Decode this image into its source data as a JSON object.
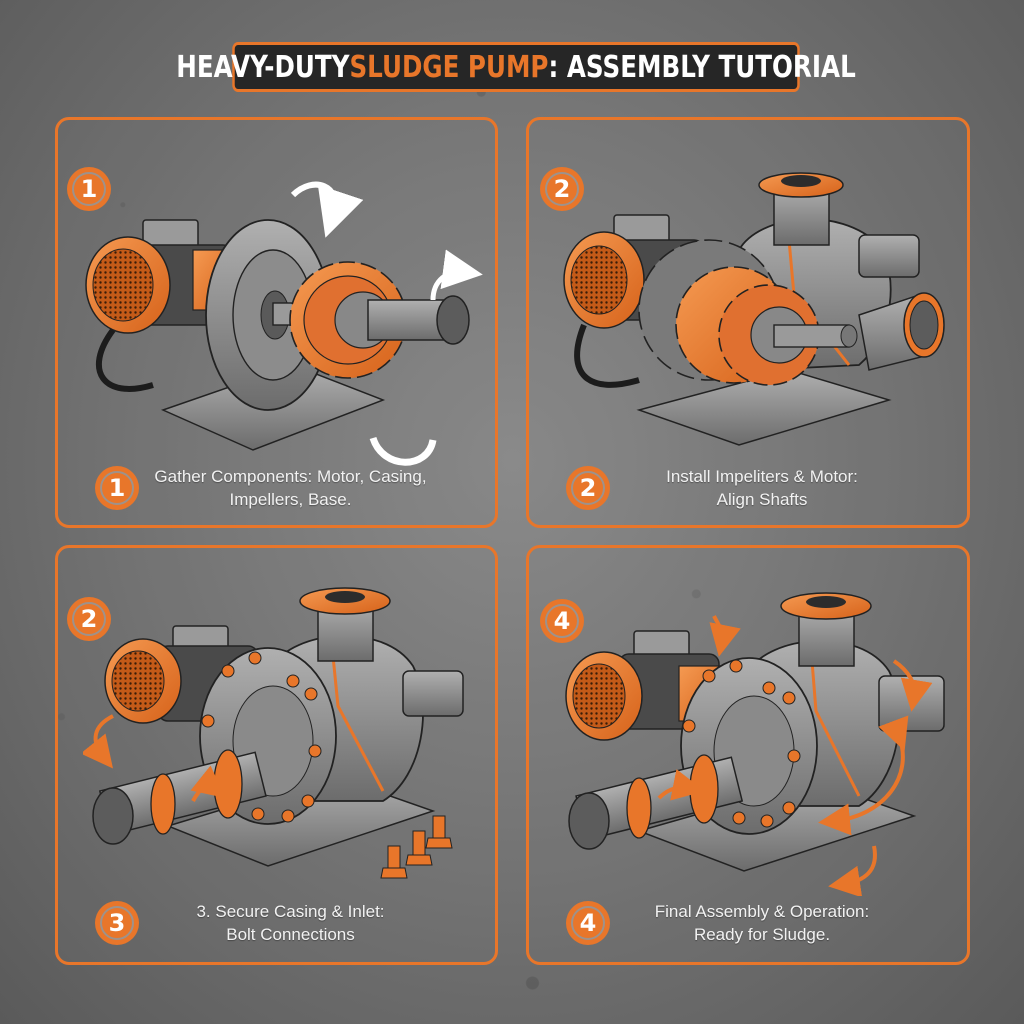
{
  "title": {
    "part1": "HEAVY-DUTY ",
    "accent": "SLUDGE PUMP",
    "part2": ": ASSEMBLY TUTORIAL"
  },
  "colors": {
    "accent": "#e8762a",
    "title_bg": "#262626",
    "background": "#7a7a7a",
    "metal": "#8f8f8f",
    "text": "#f2f2f2"
  },
  "panels": [
    {
      "corner_badge": "1",
      "caption_badge": "1",
      "caption_line1": "Gather Components: Motor, Casing,",
      "caption_line2": "Impellers, Base.",
      "arrows": "white rotation arrows"
    },
    {
      "corner_badge": "2",
      "caption_badge": "2",
      "caption_line1": "Install Impeliters & Motor:",
      "caption_line2": "Align Shafts",
      "arrows": "none"
    },
    {
      "corner_badge": "2",
      "caption_badge": "3",
      "caption_line1": "3. Secure Casing & Inlet:",
      "caption_line2": "Bolt Connections",
      "arrows": "orange flow arrows"
    },
    {
      "corner_badge": "4",
      "caption_badge": "4",
      "caption_line1": "Final Assembly & Operation:",
      "caption_line2": "Ready for Sludge.",
      "arrows": "orange flow arrows"
    }
  ]
}
